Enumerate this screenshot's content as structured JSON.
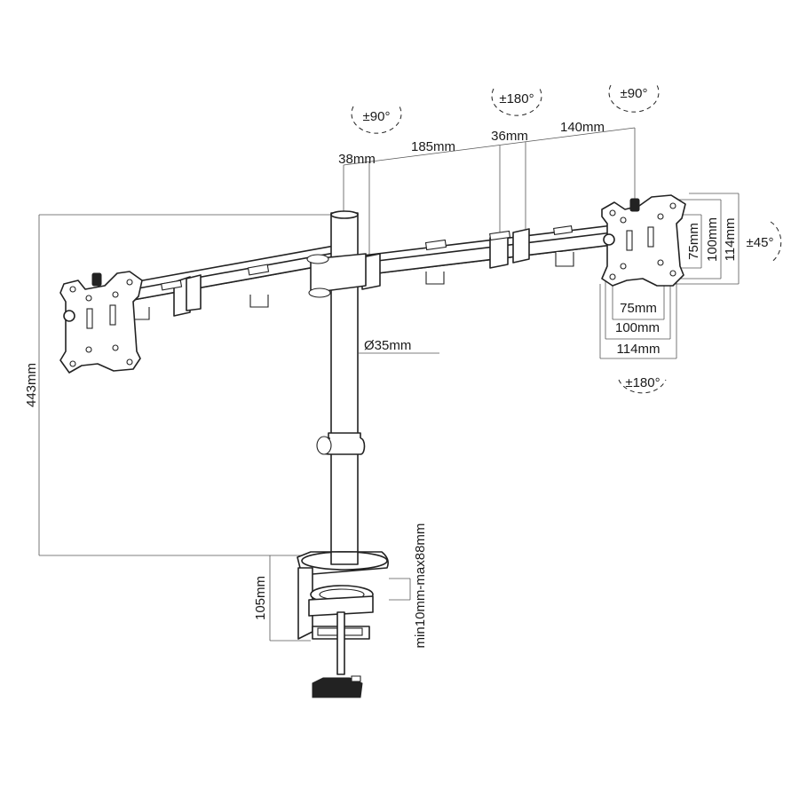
{
  "labels": {
    "rot_left_arm": "±90°",
    "rot_mid_arm": "±180°",
    "rot_right_arm": "±90°",
    "rot_vesa_tilt": "±45°",
    "rot_vesa_spin": "±180°",
    "seg_38": "38mm",
    "seg_185": "185mm",
    "seg_36": "36mm",
    "seg_140": "140mm",
    "pole_diameter": "Ø35mm",
    "height_443": "443mm",
    "clamp_105": "105mm",
    "clamp_range": "min10mm-max88mm",
    "vesa_v_75": "75mm",
    "vesa_v_100": "100mm",
    "vesa_v_114": "114mm",
    "vesa_h_75": "75mm",
    "vesa_h_100": "100mm",
    "vesa_h_114": "114mm"
  }
}
